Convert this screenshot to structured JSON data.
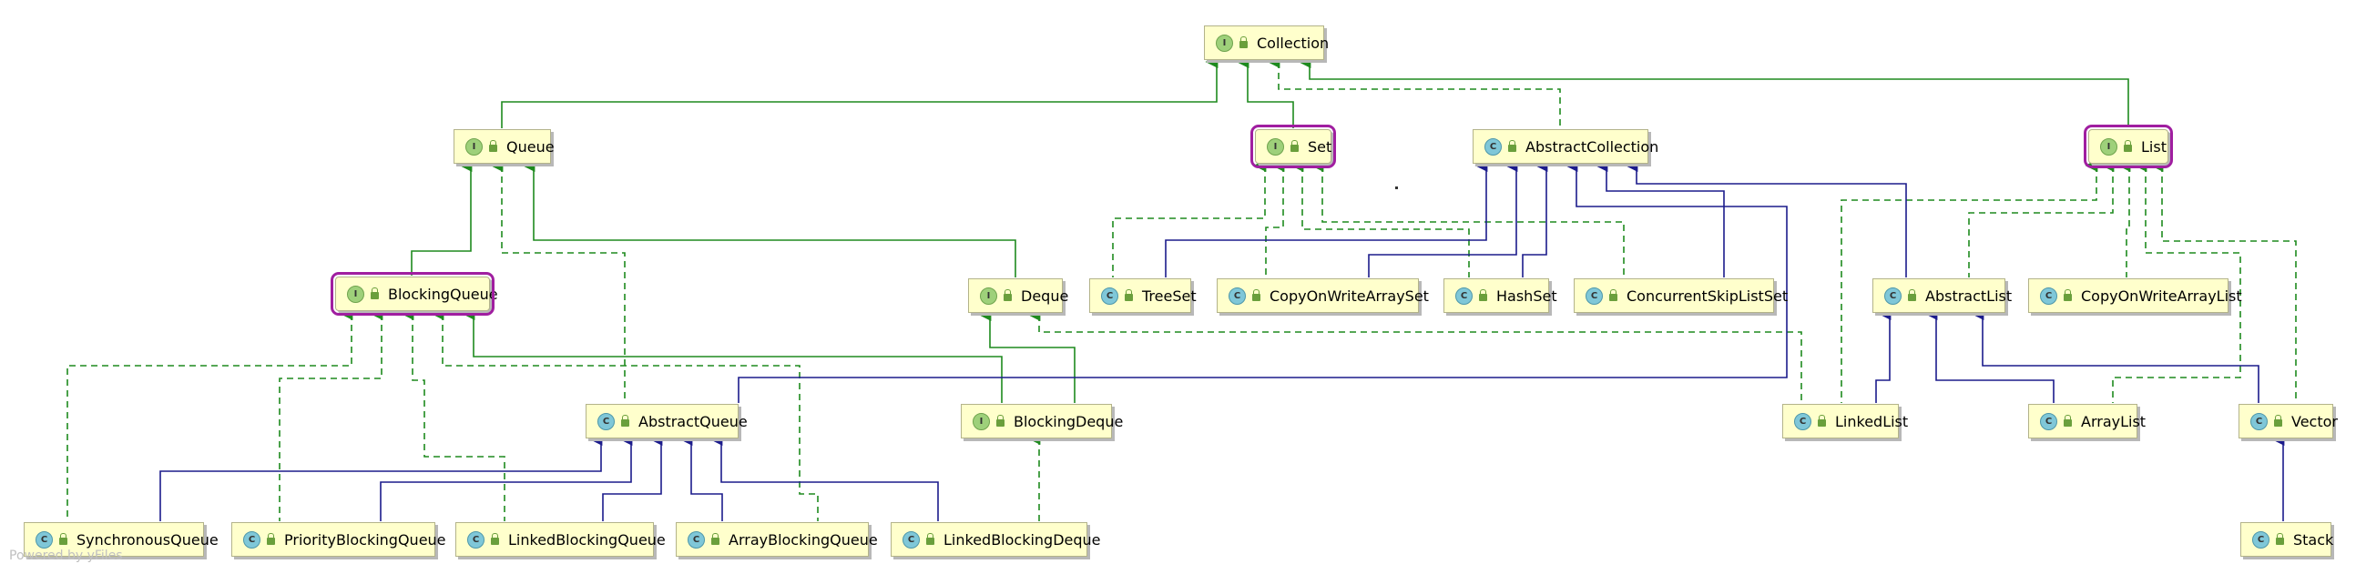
{
  "nodes": {
    "collection": {
      "kind": "I",
      "label": "Collection"
    },
    "queue": {
      "kind": "I",
      "label": "Queue"
    },
    "set": {
      "kind": "I",
      "label": "Set"
    },
    "abstractcollection": {
      "kind": "C",
      "label": "AbstractCollection"
    },
    "list": {
      "kind": "I",
      "label": "List"
    },
    "blockingqueue": {
      "kind": "I",
      "label": "BlockingQueue"
    },
    "deque": {
      "kind": "I",
      "label": "Deque"
    },
    "treeset": {
      "kind": "C",
      "label": "TreeSet"
    },
    "copyonwritearrayset": {
      "kind": "C",
      "label": "CopyOnWriteArraySet"
    },
    "hashset": {
      "kind": "C",
      "label": "HashSet"
    },
    "concurrentskiplistset": {
      "kind": "C",
      "label": "ConcurrentSkipListSet"
    },
    "abstractlist": {
      "kind": "C",
      "label": "AbstractList"
    },
    "copyonwritearraylist": {
      "kind": "C",
      "label": "CopyOnWriteArrayList"
    },
    "abstractqueue": {
      "kind": "C",
      "label": "AbstractQueue"
    },
    "blockingdeque": {
      "kind": "I",
      "label": "BlockingDeque"
    },
    "linkedlist": {
      "kind": "C",
      "label": "LinkedList"
    },
    "arraylist": {
      "kind": "C",
      "label": "ArrayList"
    },
    "vector": {
      "kind": "C",
      "label": "Vector"
    },
    "synchronousqueue": {
      "kind": "C",
      "label": "SynchronousQueue"
    },
    "priorityblockingqueue": {
      "kind": "C",
      "label": "PriorityBlockingQueue"
    },
    "linkedblockingqueue": {
      "kind": "C",
      "label": "LinkedBlockingQueue"
    },
    "arrayblockingqueue": {
      "kind": "C",
      "label": "ArrayBlockingQueue"
    },
    "linkedblockingdeque": {
      "kind": "C",
      "label": "LinkedBlockingDeque"
    },
    "stack": {
      "kind": "C",
      "label": "Stack"
    }
  },
  "edge_styles": {
    "interface_extends": {
      "color": "#1e8a1e",
      "dashed": false
    },
    "implements": {
      "color": "#1e8a1e",
      "dashed": true
    },
    "class_extends": {
      "color": "#1c1c8c",
      "dashed": false
    }
  },
  "highlight_color": "#a01ea0",
  "footer": "Powered by yFiles"
}
